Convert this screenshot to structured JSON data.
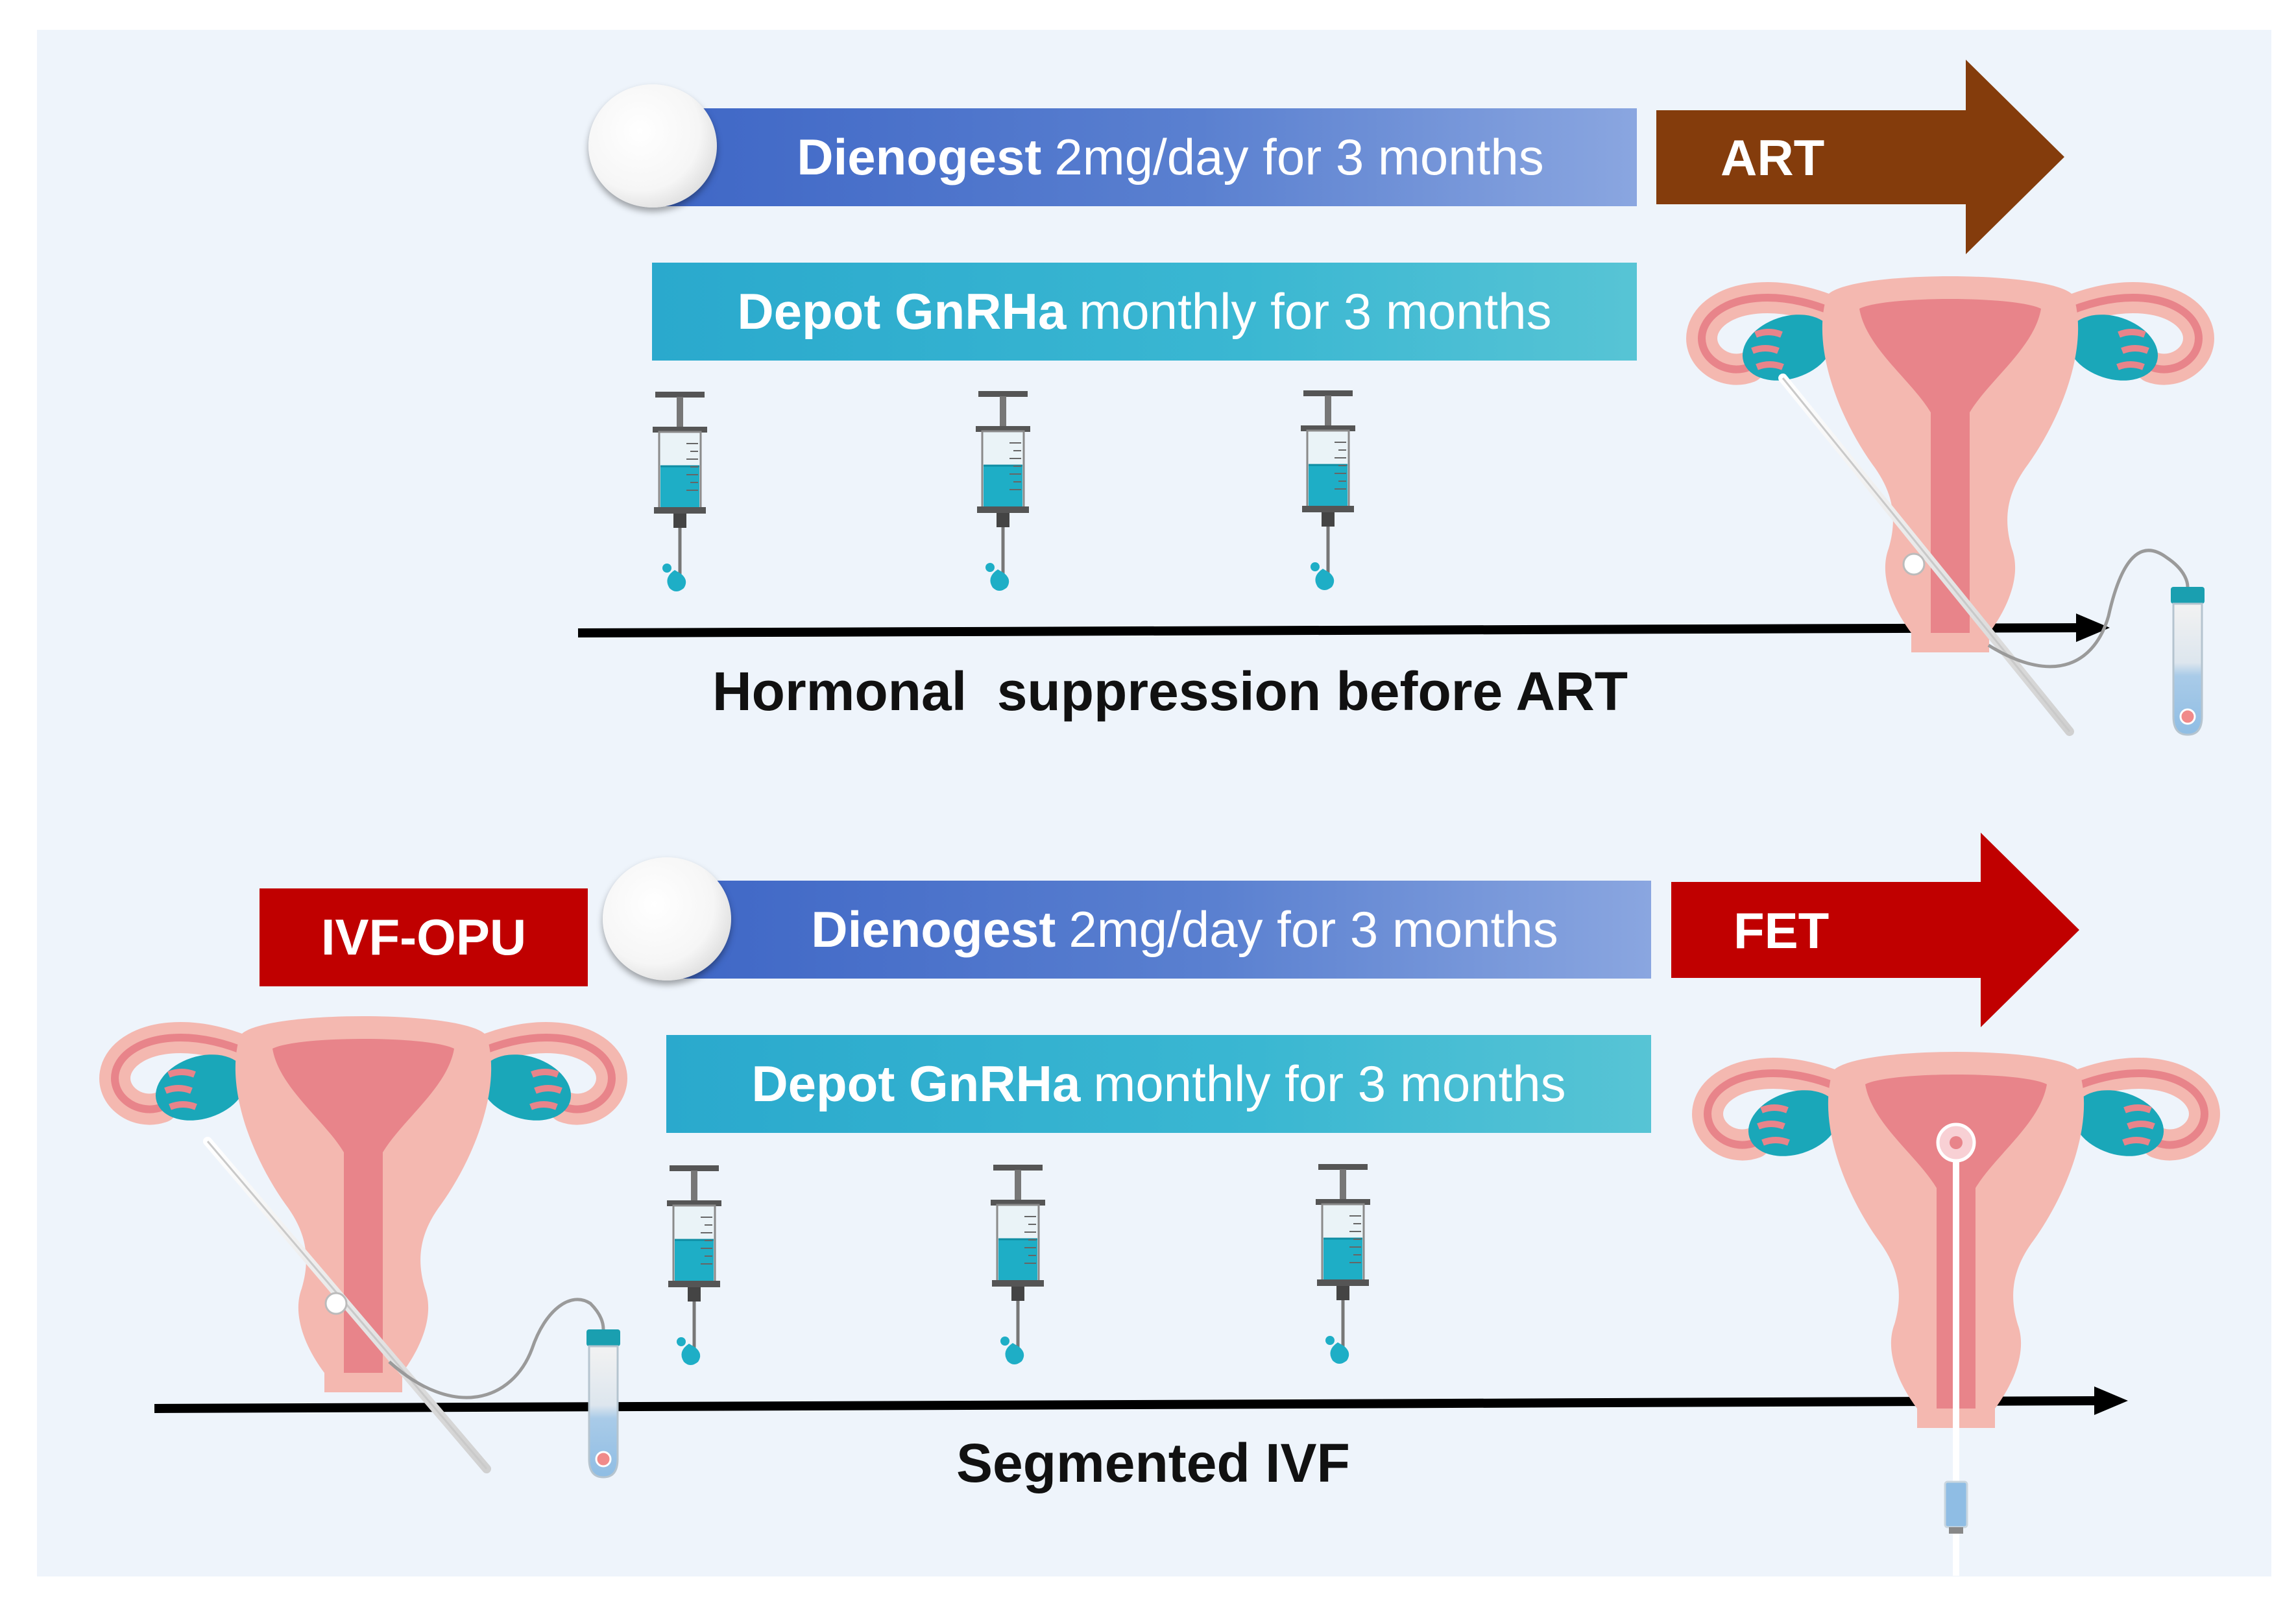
{
  "top_section": {
    "dienogest_bold": "Dienogest",
    "dienogest_rest": "2mg/day for 3 months",
    "depot_bold": "Depot GnRHa",
    "depot_rest": "monthly for 3 months",
    "arrow_label": "ART",
    "caption": "Hormonal  suppression before ART"
  },
  "bottom_section": {
    "opu_label": "IVF-OPU",
    "dienogest_bold": "Dienogest",
    "dienogest_rest": "2mg/day for 3 months",
    "depot_bold": "Depot GnRHa",
    "depot_rest": "monthly for 3 months",
    "arrow_label": "FET",
    "caption": "Segmented IVF"
  },
  "colors": {
    "panel_bg": "#eef4fb",
    "dienogest_bar": "#4a6fcb",
    "depot_bar": "#33b4d2",
    "art_arrow": "#843c0c",
    "fet_arrow": "#c00000",
    "uterus": "#f4b8b0",
    "uterus_inner": "#e8848a",
    "ovary": "#1aa7b9"
  },
  "icons": [
    "pill-icon",
    "syringe-icon",
    "uterus-icon",
    "test-tube-icon",
    "timeline-arrow"
  ]
}
